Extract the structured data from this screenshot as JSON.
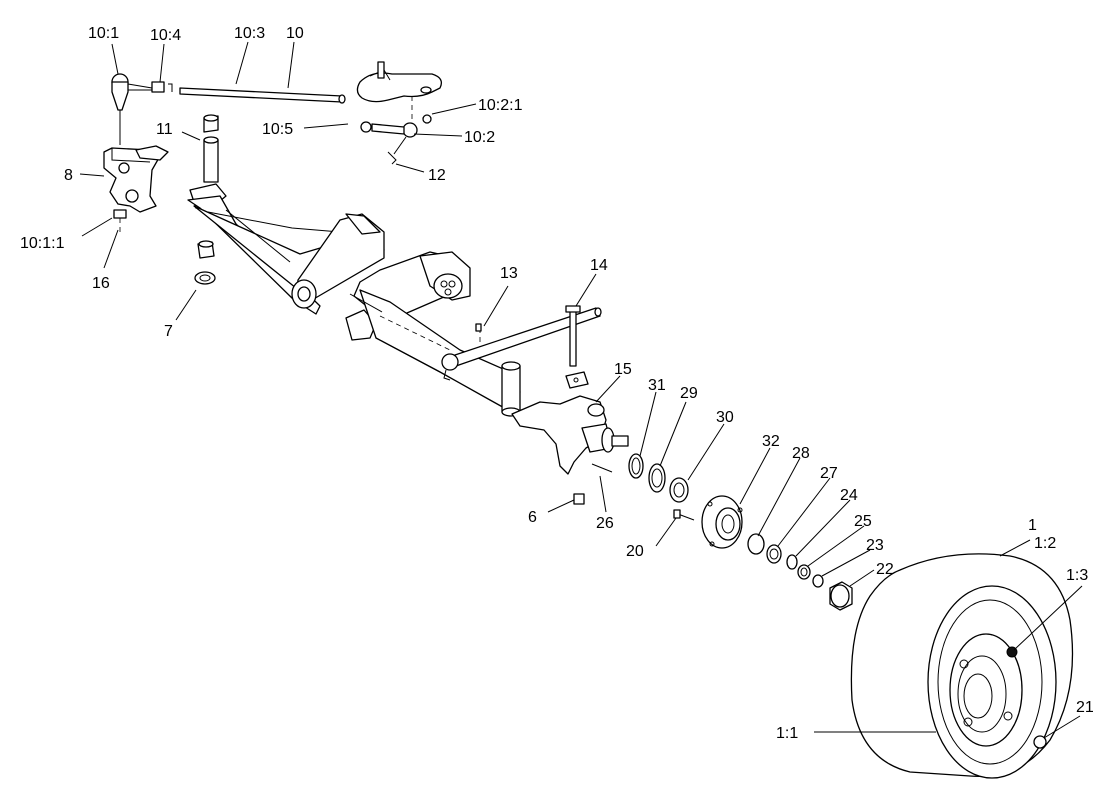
{
  "callouts": {
    "c10_1": "10:1",
    "c10_4": "10:4",
    "c10_3": "10:3",
    "c10": "10",
    "c10_2_1": "10:2:1",
    "c10_5": "10:5",
    "c10_2": "10:2",
    "c11": "11",
    "c12": "12",
    "c8": "8",
    "c10_1_1": "10:1:1",
    "c16": "16",
    "c7": "7",
    "c13": "13",
    "c14": "14",
    "c15": "15",
    "c31": "31",
    "c29": "29",
    "c30": "30",
    "c32": "32",
    "c28": "28",
    "c27": "27",
    "c24": "24",
    "c25": "25",
    "c23": "23",
    "c22": "22",
    "c6": "6",
    "c26": "26",
    "c20": "20",
    "c1": "1",
    "c1_2": "1:2",
    "c1_3": "1:3",
    "c21": "21",
    "c1_1": "1:1"
  }
}
